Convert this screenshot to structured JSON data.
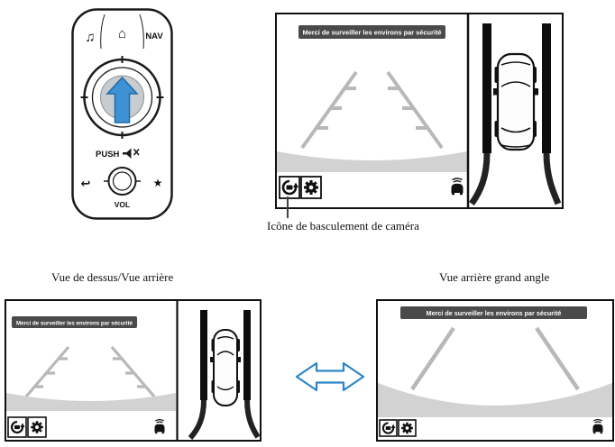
{
  "page": {
    "callout_label": "Icône de basculement de caméra",
    "caption_left": "Vue de dessus/Vue arrière",
    "caption_right": "Vue arrière grand angle"
  },
  "screens": {
    "banner": "Merci de surveiller les environs par sécurité"
  },
  "controller": {
    "music_icon": "♫",
    "home_icon": "⌂",
    "nav_label": "NAV",
    "push_label": "PUSH",
    "back_icon": "↩",
    "star_icon": "★",
    "vol_label": "VOL"
  },
  "icons": {
    "camera_toggle_icon": "camera-rotate",
    "settings_icon": "gear",
    "sensor_icon": "car-proximity",
    "swap_icon": "left-right-double-arrow"
  },
  "colors": {
    "banner_bg": "#4a4a4a",
    "guide_gray": "#b8b8b8",
    "bumper_gray": "#d2d2d2",
    "arrow_blue": "#2e86c8",
    "controller_arrow_blue": "#3e92d4"
  }
}
